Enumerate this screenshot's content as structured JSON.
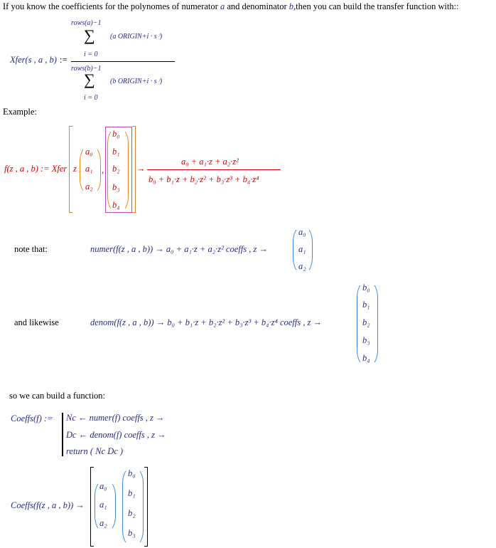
{
  "intro": {
    "pre": "If you know the coefficients for the polynomes of numerator ",
    "a": "a",
    "mid": " and denominator ",
    "b": "b",
    "post": ",then you can build the transfer function with::"
  },
  "xfer": {
    "lhs": "Xfer(s , a , b)",
    "assign": ":=",
    "num_upper": "rows(a)−1",
    "num_lower": "i = 0",
    "num_term": "(a ORIGIN+i · s ⁱ)",
    "den_upper": "rows(b)−1",
    "den_lower": "i = 0",
    "den_term": "(b ORIGIN+i · s ⁱ)",
    "sigma": "∑"
  },
  "example_label": "Example:",
  "fdef": {
    "lhs": "f(z , a , b) := Xfer",
    "z": "z ,",
    "comma": ",",
    "a_vec": [
      "a₀",
      "a₁",
      "a₂"
    ],
    "b_vec": [
      "b₀",
      "b₁",
      "b₂",
      "b₃",
      "b₄"
    ],
    "arrow": "→",
    "numerator": "a₀ + a₁·z + a₂·z²",
    "denominator": "b₀ + b₁·z + b₂·z² + b₃·z³ + b₄·z⁴"
  },
  "note": {
    "label": "note that:",
    "expr": "numer(f(z , a , b)) → a₀ + a₁·z + a₂·z²  coeffs , z  →",
    "vec": [
      "a₀",
      "a₁",
      "a₂"
    ]
  },
  "likewise": {
    "label": "and likewise",
    "expr": "denom(f(z , a , b)) → b₀ + b₁·z + b₂·z² + b₃·z³ + b₄·z⁴  coeffs , z  →",
    "vec": [
      "b₀",
      "b₁",
      "b₂",
      "b₃",
      "b₄"
    ]
  },
  "build_label": "so we can build a function:",
  "coeffs": {
    "lhs": "Coeffs(f) :=",
    "lines": [
      "Nc ← numer(f) coeffs , z →",
      "Dc ← denom(f) coeffs , z →",
      "return ( Nc   Dc )"
    ]
  },
  "result": {
    "lhs": "Coeffs(f(z , a , b)) →",
    "a_vec": [
      "a₀",
      "a₁",
      "a₂"
    ],
    "b_vec": [
      "b₀",
      "b₁",
      "b₂",
      "b₃"
    ]
  },
  "colors": {
    "math": "#2a2a8a",
    "eval": "#d80000",
    "bracket": "#e08a20",
    "paren": "#3a8fd8"
  }
}
